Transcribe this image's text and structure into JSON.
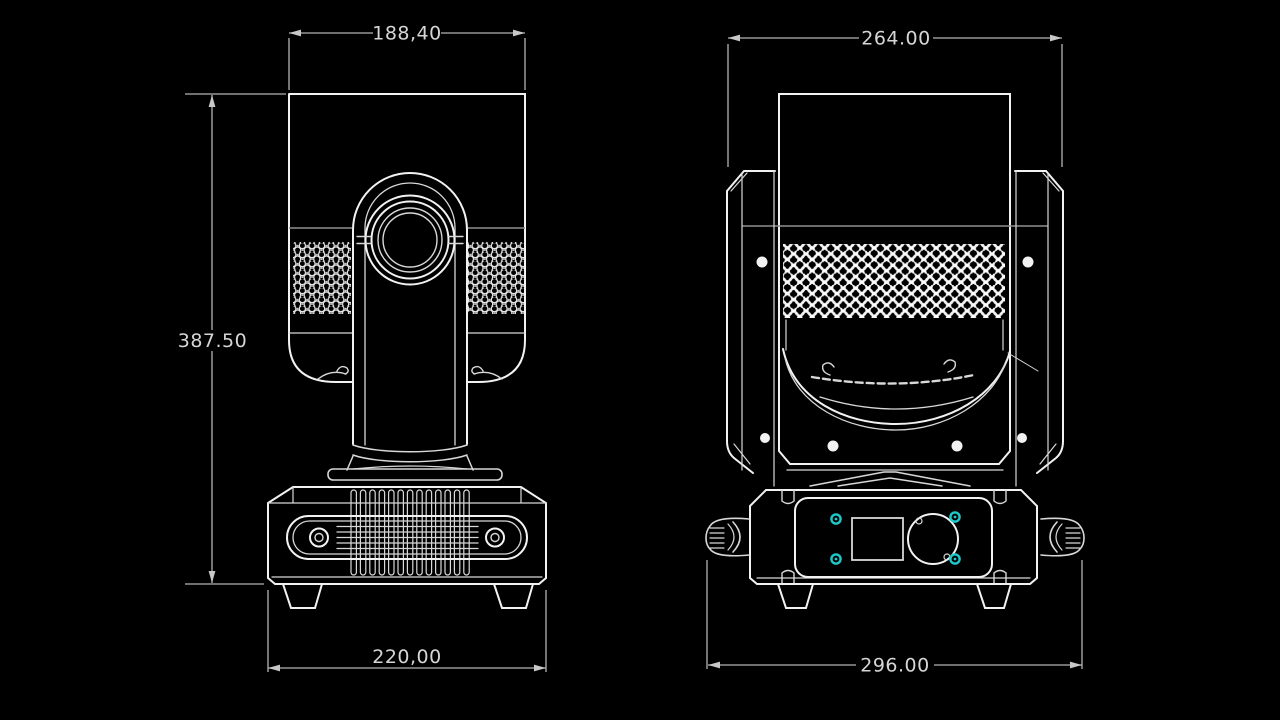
{
  "document": {
    "type": "technical-dimension-drawing",
    "subject": "Moving-head stage light fixture, two orthographic views (side view left, front view right) on black background"
  },
  "colors": {
    "background": "#000000",
    "line": "#f2f2f2",
    "dim_line": "#b4b4b4",
    "dim_text": "#d6d6d6",
    "accent_cyan": "#1ec9c9"
  },
  "views": {
    "side_view": {
      "id": "side-view",
      "position": "left"
    },
    "front_view": {
      "id": "front-view",
      "position": "right"
    }
  },
  "dimensions": {
    "head_width_side": "188,40",
    "overall_height": "387.50",
    "base_width_side": "220,00",
    "yoke_width_front": "264.00",
    "base_width_front": "296.00"
  }
}
